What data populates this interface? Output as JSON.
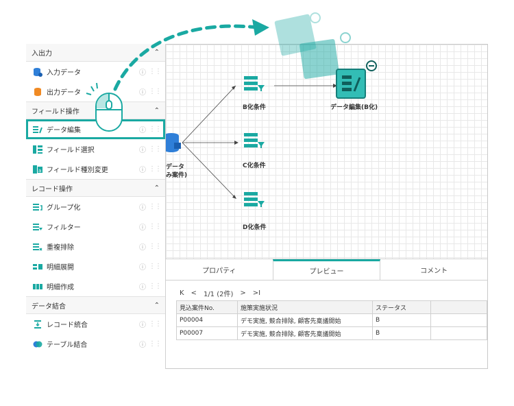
{
  "sidebar": {
    "sections": [
      {
        "title": "入出力",
        "items": [
          {
            "label": "入力データ",
            "icon": "database-input-icon"
          },
          {
            "label": "出力データ",
            "icon": "database-output-icon"
          }
        ]
      },
      {
        "title": "フィールド操作",
        "items": [
          {
            "label": "データ編集",
            "icon": "data-edit-icon"
          },
          {
            "label": "フィールド選択",
            "icon": "field-select-icon"
          },
          {
            "label": "フィールド種別変更",
            "icon": "field-type-change-icon"
          }
        ]
      },
      {
        "title": "レコード操作",
        "items": [
          {
            "label": "グループ化",
            "icon": "group-icon"
          },
          {
            "label": "フィルター",
            "icon": "filter-icon"
          },
          {
            "label": "重複排除",
            "icon": "dedupe-icon"
          },
          {
            "label": "明細展開",
            "icon": "detail-expand-icon"
          },
          {
            "label": "明細作成",
            "icon": "detail-create-icon"
          }
        ]
      },
      {
        "title": "データ結合",
        "items": [
          {
            "label": "レコード統合",
            "icon": "record-merge-icon"
          },
          {
            "label": "テーブル結合",
            "icon": "table-join-icon"
          }
        ]
      }
    ],
    "help_glyph": "⑦",
    "grip_glyph": "⁞⁞",
    "caret_glyph": "^"
  },
  "canvas": {
    "source_label_line1": "データ",
    "source_label_line2": "み案件)",
    "nodes": [
      "B化条件",
      "C化条件",
      "D化条件"
    ],
    "target": "データ編集(B化)"
  },
  "tabs": [
    "プロパティ",
    "プレビュー",
    "コメント"
  ],
  "pager": {
    "first": "K",
    "prev": "<",
    "info": "1/1 (2件)",
    "next": ">",
    "last": ">I"
  },
  "preview": {
    "columns": [
      "見込案件No.",
      "施策実施状況",
      "ステータス",
      ""
    ],
    "rows": [
      [
        "P00004",
        "デモ実施, 競合排除, 顧客先稟議開始",
        "B",
        ""
      ],
      [
        "P00007",
        "デモ実施, 競合排除, 顧客先稟議開始",
        "B",
        ""
      ]
    ]
  },
  "colors": {
    "teal": "#1aa9a2",
    "blue": "#2f7fd8",
    "orange": "#f08a24"
  }
}
